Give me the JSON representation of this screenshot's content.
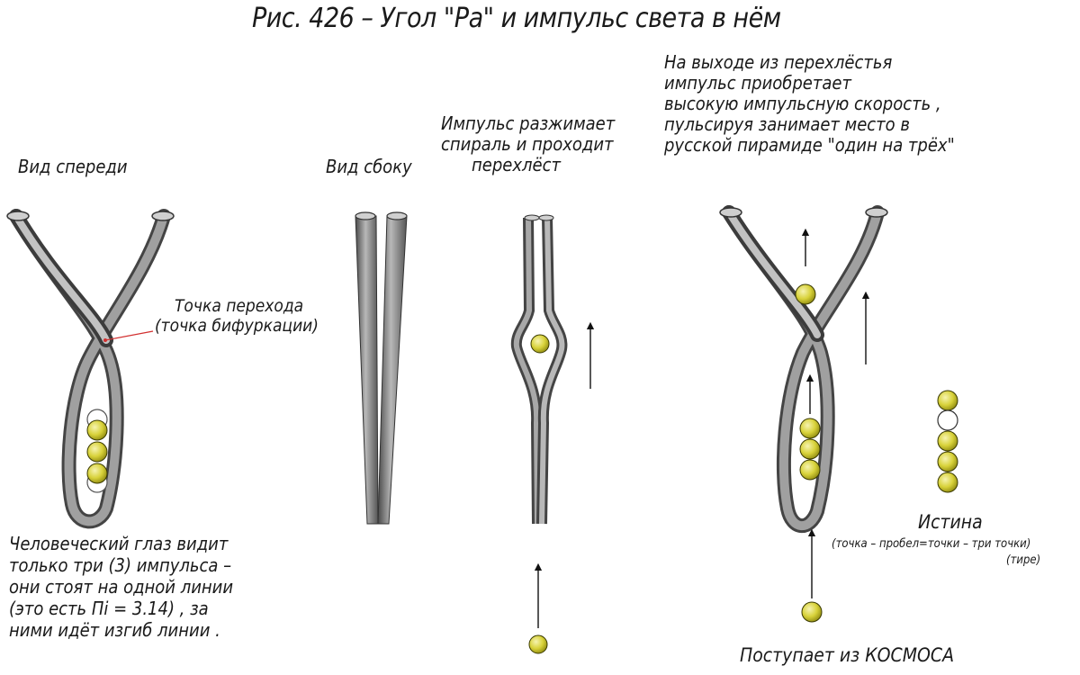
{
  "title": "Рис. 426 – Угол \"Ра\" и импульс света в нём",
  "labels": {
    "front_view": "Вид спереди",
    "side_view": "Вид сбоку",
    "transition_point": [
      "Точка перехода",
      "(точка бифуркации)"
    ],
    "impulse_spreads": [
      "Импульс разжимает",
      "спираль и проходит",
      "перехлёст"
    ],
    "exit_note": [
      "На выходе из перехлёстья",
      "импульс приобретает",
      "высокую импульсную скорость ,",
      "пульсируя занимает место в",
      "русской пирамиде \"один на трёх\""
    ],
    "eye_note": [
      "Человеческий глаз видит",
      "только три (3) импульса –",
      "они стоят на одной линии",
      "(это есть Пi = 3.14) , за",
      "ними идёт изгиб линии ."
    ],
    "truth_title": "Истина",
    "truth_sub": "(точка – пробел=точки – три точки)",
    "truth_dash": "(тире)",
    "from_cosmos": "Поступает из КОСМОСА"
  },
  "colors": {
    "tube_dark": "#505050",
    "tube_mid": "#8a8a8a",
    "tube_light": "#bdbdbd",
    "ball": "#d8d23a",
    "ball_highlight": "#f6f3b0",
    "ball_outline": "#3a3a00",
    "empty_ball": "#ffffff",
    "pointer": "#d23030"
  },
  "icons": [
    "arrow-up-icon",
    "pulse-ball-icon",
    "fiber-tube-icon"
  ]
}
